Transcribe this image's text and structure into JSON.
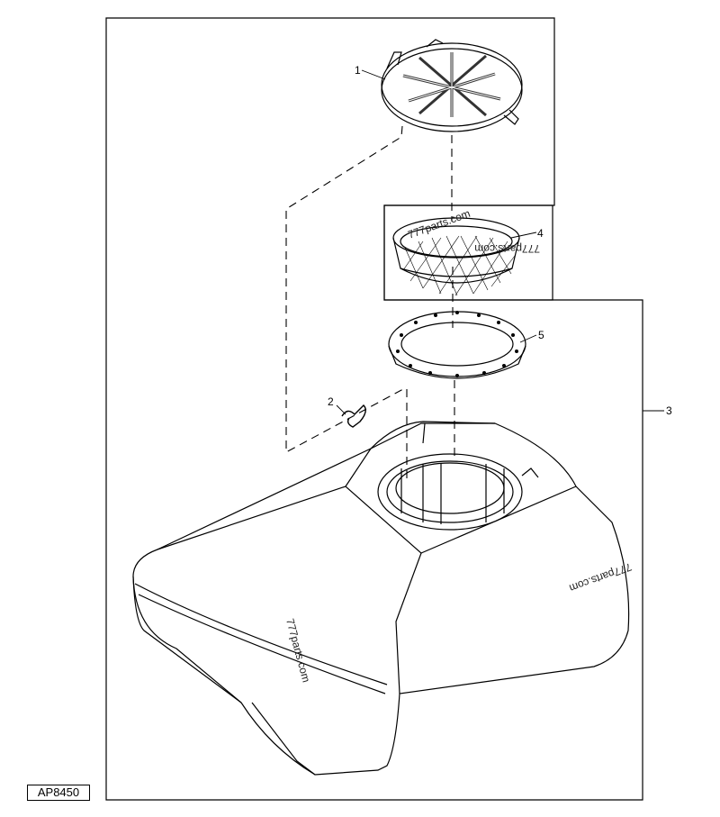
{
  "figure_ref": "AP8450",
  "callouts": [
    {
      "id": "1",
      "label": "1"
    },
    {
      "id": "2",
      "label": "2"
    },
    {
      "id": "3",
      "label": "3"
    },
    {
      "id": "4",
      "label": "4"
    },
    {
      "id": "5",
      "label": "5"
    }
  ],
  "watermarks": {
    "strainer_mirrored": "777parts.com",
    "strainer_top": "777parts.com",
    "tank_right": "777parts.com",
    "tank_left": "777parts.com"
  }
}
